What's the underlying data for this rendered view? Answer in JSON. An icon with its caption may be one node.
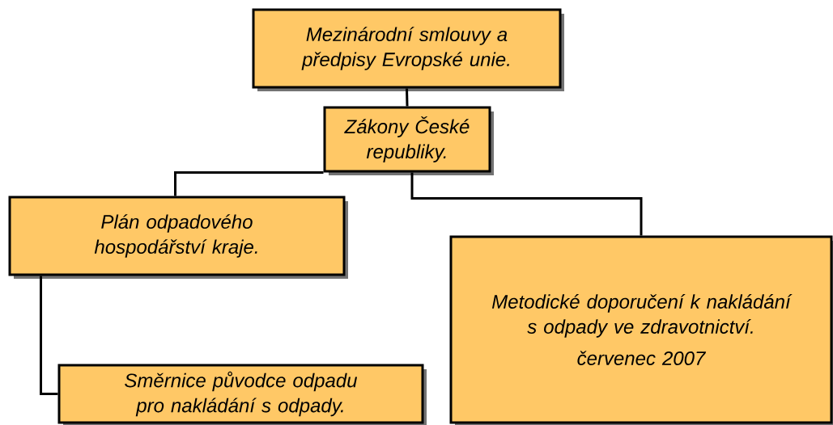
{
  "diagram": {
    "nodes": [
      {
        "text": [
          "Mezinárodní smlouvy a předpisy Evropské unie."
        ]
      },
      {
        "text": [
          "Zákony České republiky."
        ]
      },
      {
        "text": [
          "Plán odpadového hospodářství kraje."
        ]
      },
      {
        "text": [
          "Metodické doporučení k nakládání s odpady ve zdravotnictví.",
          "červenec 2007"
        ]
      },
      {
        "text": [
          "Směrnice původce odpadu pro nakládání s odpady."
        ]
      }
    ],
    "edges": [
      {
        "from": 0,
        "to": 1,
        "arrow": "none"
      },
      {
        "from": 1,
        "to": 2,
        "arrow": "none"
      },
      {
        "from": 1,
        "to": 3,
        "arrow": "none"
      },
      {
        "from": 2,
        "to": 4,
        "arrow": "none"
      }
    ]
  }
}
